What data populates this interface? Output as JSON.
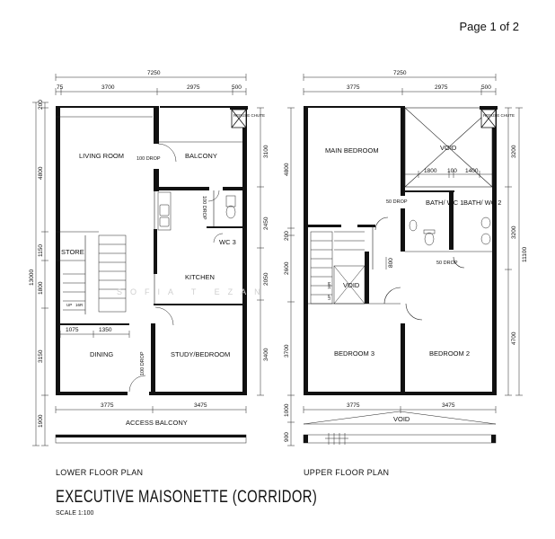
{
  "page": {
    "indicator": "Page 1 of 2"
  },
  "title": "EXECUTIVE MAISONETTE (CORRIDOR)",
  "scale": "SCALE  1:100",
  "watermark": "SOFIA T   EZAN",
  "plans": {
    "lower": {
      "caption": "LOWER FLOOR PLAN",
      "rooms": {
        "living_room": "LIVING ROOM",
        "balcony": "BALCONY",
        "store": "STORE",
        "wc3": "WC 3",
        "kitchen": "KITCHEN",
        "dining": "DINING",
        "study_bedroom": "STUDY/BEDROOM",
        "access_balcony": "ACCESS BALCONY",
        "refuse_chute": "REFUSE CHUTE"
      },
      "notes": {
        "drop_living": "100 DROP",
        "drop_wc": "100 DROP",
        "drop_door": "100 DROP",
        "stair_up": "UP",
        "stair_risers": "16R"
      },
      "dims": {
        "total": "7250",
        "top": [
          "75",
          "3700",
          "2975",
          "500"
        ],
        "bottom": [
          "3775",
          "3475"
        ],
        "inner": [
          "1075",
          "1350"
        ],
        "left_total": "13000",
        "left": [
          "200",
          "4800",
          "1150",
          "1800",
          "3150",
          "1900"
        ],
        "right": [
          "3100",
          "2450",
          "2050",
          "3400"
        ]
      }
    },
    "upper": {
      "caption": "UPPER FLOOR PLAN",
      "rooms": {
        "main_bedroom": "MAIN BEDROOM",
        "void_top": "VOID",
        "bath1": "BATH/ WC 1",
        "bath2": "BATH/ WC 2",
        "void_stair": "VOID",
        "bedroom3": "BEDROOM 3",
        "bedroom2": "BEDROOM 2",
        "void_bottom": "VOID",
        "refuse_chute": "REFUSE CHUTE"
      },
      "notes": {
        "drop_a": "50 DROP",
        "drop_b": "50 DROP",
        "stair_up": "UP",
        "stair_risers": "16R"
      },
      "dims": {
        "total": "7250",
        "top": [
          "3775",
          "2975",
          "500"
        ],
        "inner": [
          "1800",
          "100",
          "1400"
        ],
        "bottom": [
          "3775",
          "3475"
        ],
        "left": [
          "4800",
          "200",
          "2600",
          "3700",
          "1000",
          "900"
        ],
        "right": [
          "3200",
          "3200",
          "4700"
        ],
        "right_total": "11100",
        "stair": "800"
      }
    }
  }
}
